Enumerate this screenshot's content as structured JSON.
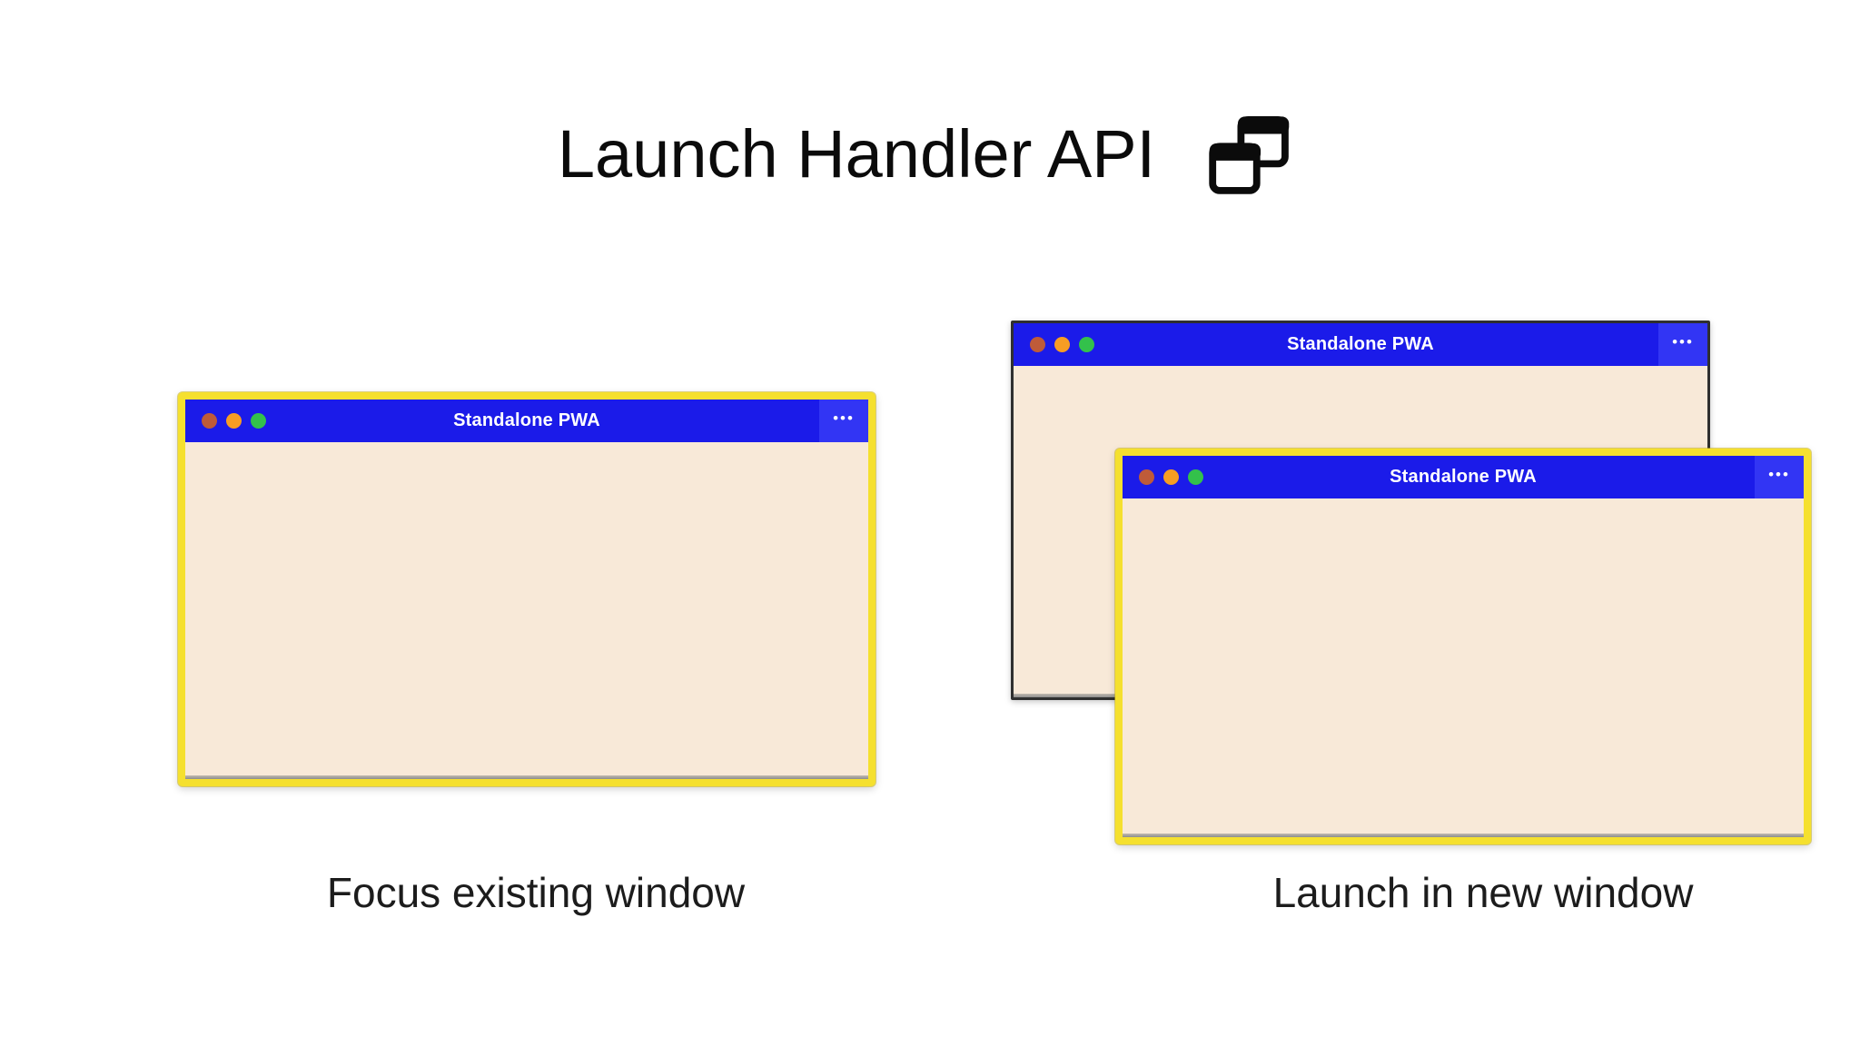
{
  "header": {
    "title": "Launch Handler API",
    "icon": "overlapping-windows-icon"
  },
  "windows": {
    "focused_left": {
      "title": "Standalone PWA",
      "menu_icon": "•••"
    },
    "background_right": {
      "title": "Standalone PWA",
      "menu_icon": "•••"
    },
    "new_front": {
      "title": "Standalone PWA",
      "menu_icon": "•••"
    }
  },
  "captions": {
    "left": "Focus existing window",
    "right": "Launch in new window"
  },
  "colors": {
    "titlebar_blue": "#1b1be9",
    "menu_button_blue": "#3235f4",
    "window_content_cream": "#f8e9d8",
    "focus_border_yellow": "#f5e02f",
    "background_window_border": "#2f2f2f",
    "traffic_red": "#bf5b39",
    "traffic_orange": "#f79d23",
    "traffic_green": "#33c14b"
  }
}
